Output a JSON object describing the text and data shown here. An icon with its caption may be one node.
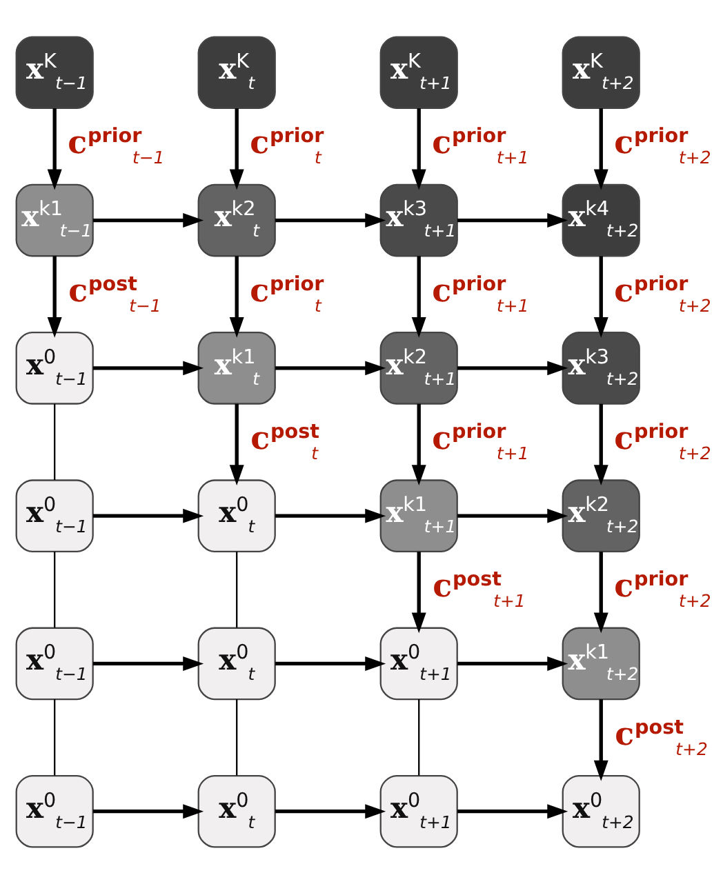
{
  "diagram": {
    "nodes": [
      {
        "text": [
          "**x**$^{K}$$_{t−1}$"
        ]
      },
      {
        "text": [
          "**x**$^{K}$$_{t}$"
        ]
      },
      {
        "text": [
          "**x**$^{K}$$_{t+1}$"
        ]
      },
      {
        "text": [
          "**x**$^{K}$$_{t+2}$"
        ]
      },
      {
        "text": [
          "**x**$^{k1}$$_{t−1}$"
        ]
      },
      {
        "text": [
          "**x**$^{k2}$$_{t}$"
        ]
      },
      {
        "text": [
          "**x**$^{k3}$$_{t+1}$"
        ]
      },
      {
        "text": [
          "**x**$^{k4}$$_{t+2}$"
        ]
      },
      {
        "text": [
          "**x**$^{0}$$_{t−1}$"
        ]
      },
      {
        "text": [
          "**x**$^{k1}$$_{t}$"
        ]
      },
      {
        "text": [
          "**x**$^{k2}$$_{t+1}$"
        ]
      },
      {
        "text": [
          "**x**$^{k3}$$_{t+2}$"
        ]
      },
      {
        "text": [
          "**x**$^{0}$$_{t−1}$"
        ]
      },
      {
        "text": [
          "**x**$^{0}$$_{t}$"
        ]
      },
      {
        "text": [
          "**x**$^{k1}$$_{t+1}$"
        ]
      },
      {
        "text": [
          "**x**$^{k2}$$_{t+2}$"
        ]
      },
      {
        "text": [
          "**x**$^{0}$$_{t−1}$"
        ]
      },
      {
        "text": [
          "**x**$^{0}$$_{t}$"
        ]
      },
      {
        "text": [
          "**x**$^{0}$$_{t+1}$"
        ]
      },
      {
        "text": [
          "**x**$^{k1}$$_{t+2}$"
        ]
      },
      {
        "text": [
          "**x**$^{0}$$_{t−1}$"
        ]
      },
      {
        "text": [
          "**x**$^{0}$$_{t}$"
        ]
      },
      {
        "text": [
          "**x**$^{0}$$_{t+1}$"
        ]
      },
      {
        "text": [
          "**x**$^{0}$$_{t+2}$"
        ]
      }
    ],
    "edges": [
      {
        "from": 0,
        "to": 4,
        "arrow": "to",
        "label": "**c**$^{prior}$$_{t−1}$"
      },
      {
        "from": 1,
        "to": 5,
        "arrow": "to",
        "label": "**c**$^{prior}$$_{t}$"
      },
      {
        "from": 2,
        "to": 6,
        "arrow": "to",
        "label": "**c**$^{prior}$$_{t+1}$"
      },
      {
        "from": 3,
        "to": 7,
        "arrow": "to",
        "label": "**c**$^{prior}$$_{t+2}$"
      },
      {
        "from": 4,
        "to": 5,
        "arrow": "to"
      },
      {
        "from": 5,
        "to": 6,
        "arrow": "to"
      },
      {
        "from": 6,
        "to": 7,
        "arrow": "to"
      },
      {
        "from": 4,
        "to": 8,
        "arrow": "to",
        "label": "**c**$^{post}$$_{t−1}$"
      },
      {
        "from": 5,
        "to": 9,
        "arrow": "to",
        "label": "**c**$^{prior}$$_{t}$"
      },
      {
        "from": 6,
        "to": 10,
        "arrow": "to",
        "label": "**c**$^{prior}$$_{t+1}$"
      },
      {
        "from": 7,
        "to": 11,
        "arrow": "to",
        "label": "**c**$^{prior}$$_{t+2}$"
      },
      {
        "from": 8,
        "to": 9,
        "arrow": "to"
      },
      {
        "from": 9,
        "to": 10,
        "arrow": "to"
      },
      {
        "from": 10,
        "to": 11,
        "arrow": "to"
      },
      {
        "from": 8,
        "to": 12,
        "arrow": "none"
      },
      {
        "from": 9,
        "to": 13,
        "arrow": "to",
        "label": "**c**$^{post}$$_{t}$"
      },
      {
        "from": 10,
        "to": 14,
        "arrow": "to",
        "label": "**c**$^{prior}$$_{t+1}$"
      },
      {
        "from": 11,
        "to": 15,
        "arrow": "to",
        "label": "**c**$^{prior}$$_{t+2}$"
      },
      {
        "from": 12,
        "to": 13,
        "arrow": "to"
      },
      {
        "from": 13,
        "to": 14,
        "arrow": "to"
      },
      {
        "from": 14,
        "to": 15,
        "arrow": "to"
      },
      {
        "from": 12,
        "to": 16,
        "arrow": "none"
      },
      {
        "from": 13,
        "to": 17,
        "arrow": "none"
      },
      {
        "from": 14,
        "to": 18,
        "arrow": "to",
        "label": "**c**$^{post}$$_{t+1}$"
      },
      {
        "from": 15,
        "to": 19,
        "arrow": "to",
        "label": "**c**$^{prior}$$_{t+2}$"
      },
      {
        "from": 16,
        "to": 17,
        "arrow": "to"
      },
      {
        "from": 17,
        "to": 18,
        "arrow": "to"
      },
      {
        "from": 18,
        "to": 19,
        "arrow": "to"
      },
      {
        "from": 16,
        "to": 20,
        "arrow": "none"
      },
      {
        "from": 17,
        "to": 21,
        "arrow": "none"
      },
      {
        "from": 18,
        "to": 22,
        "arrow": "none"
      },
      {
        "from": 19,
        "to": 23,
        "arrow": "to",
        "label": "**c**$^{post}$$_{t+2}$"
      },
      {
        "from": 20,
        "to": 21,
        "arrow": "to"
      },
      {
        "from": 21,
        "to": 22,
        "arrow": "to"
      },
      {
        "from": 22,
        "to": 23,
        "arrow": "to"
      }
    ]
  }
}
